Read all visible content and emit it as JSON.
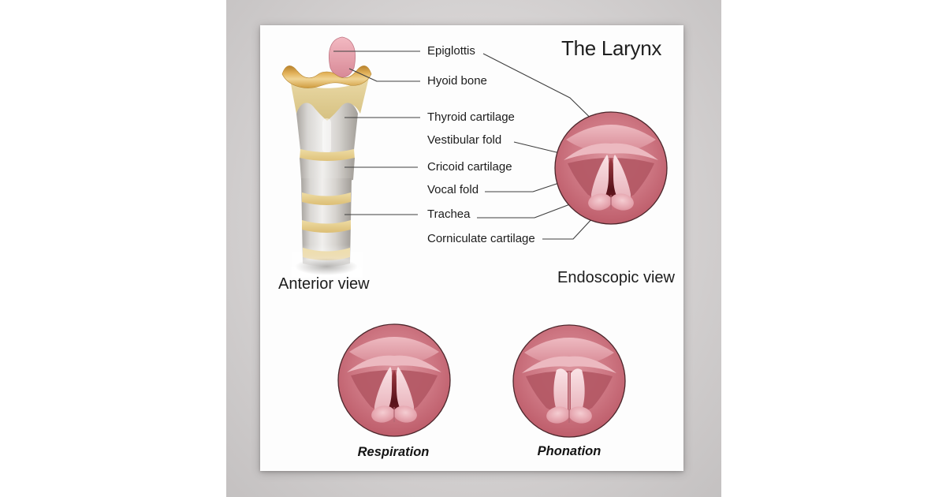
{
  "poster": {
    "title": "The Larynx",
    "labels": [
      "Epiglottis",
      "Hyoid bone",
      "Thyroid cartilage",
      "Vestibular fold",
      "Cricoid cartilage",
      "Vocal fold",
      "Trachea",
      "Corniculate cartilage"
    ],
    "captions": {
      "anterior": "Anterior view",
      "endoscopic": "Endoscopic view"
    },
    "bottom_captions": {
      "left": "Respiration",
      "right": "Phonation"
    },
    "colors": {
      "text": "#1c1c1c",
      "leader_line": "#3f3f3f",
      "poster_bg": "#fdfdfd",
      "photo_bg": "#d9d6d6",
      "mucosa_pink": "#cd7682",
      "vocal_fold_light": "#fae3e6",
      "glottis_dark": "#58131a",
      "cartilage_gray": "#d8d6d3",
      "hyoid_gold": "#e3b35c",
      "membrane_tan": "#ead9a6",
      "epiglottis_pink": "#f3b9c2"
    }
  }
}
